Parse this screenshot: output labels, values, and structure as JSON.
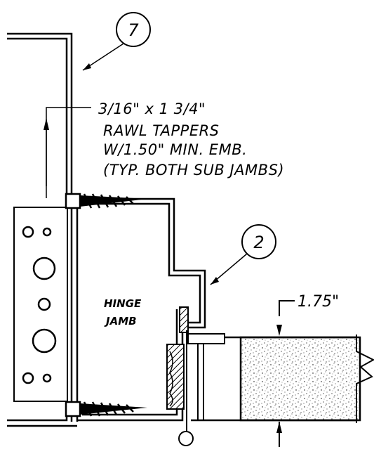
{
  "callouts": {
    "tag_7": "7",
    "tag_2": "2"
  },
  "note": {
    "line1": "3/16\" x 1 3/4\"",
    "line2": "RAWL TAPPERS",
    "line3": "W/1.50\" MIN. EMB.",
    "line4": "(TYP. BOTH SUB JAMBS)"
  },
  "labels": {
    "hinge_line1": "HINGE",
    "hinge_line2": "JAMB"
  },
  "dimension": {
    "door_thickness": "1.75\""
  },
  "colors": {
    "ink": "#000000",
    "paper": "#ffffff"
  }
}
